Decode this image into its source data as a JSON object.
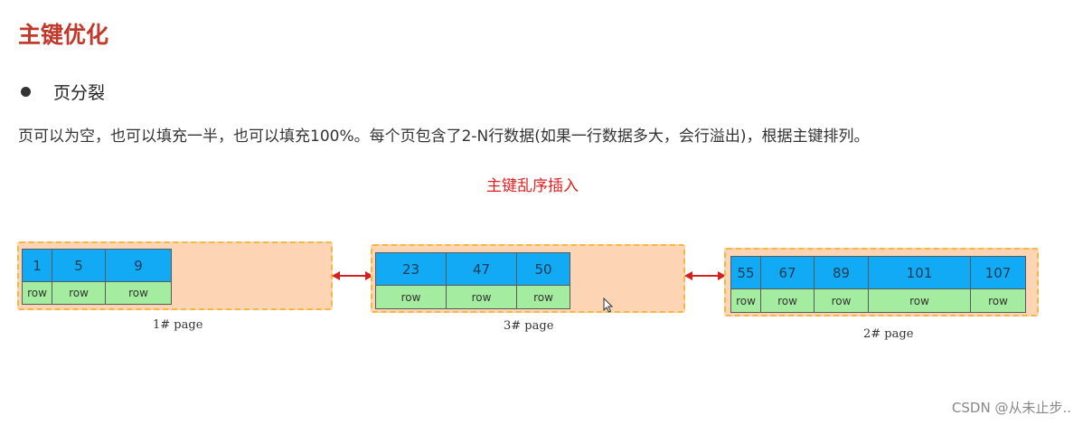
{
  "heading": "主键优化",
  "bullet": "页分裂",
  "description": "页可以为空，也可以填充一半，也可以填充100%。每个页包含了2-N行数据(如果一行数据多大，会行溢出)，根据主键排列。",
  "diagram": {
    "title": "主键乱序插入",
    "pages": [
      {
        "caption": "1#  page",
        "keys": [
          "1",
          "5",
          "9"
        ],
        "row_label": "row"
      },
      {
        "caption": "3#  page",
        "keys": [
          "23",
          "47",
          "50"
        ],
        "row_label": "row"
      },
      {
        "caption": "2#  page",
        "keys": [
          "55",
          "67",
          "89",
          "101",
          "107"
        ],
        "row_label": "row"
      }
    ],
    "colors": {
      "heading": "#c0392b",
      "title": "#e02020",
      "page_fill": "#fdd5b4",
      "page_border": "#f4b83e",
      "key_cell": "#12aaf4",
      "row_cell": "#a4eda0",
      "arrow": "#d62020"
    }
  },
  "watermark": "CSDN @从未止步.."
}
